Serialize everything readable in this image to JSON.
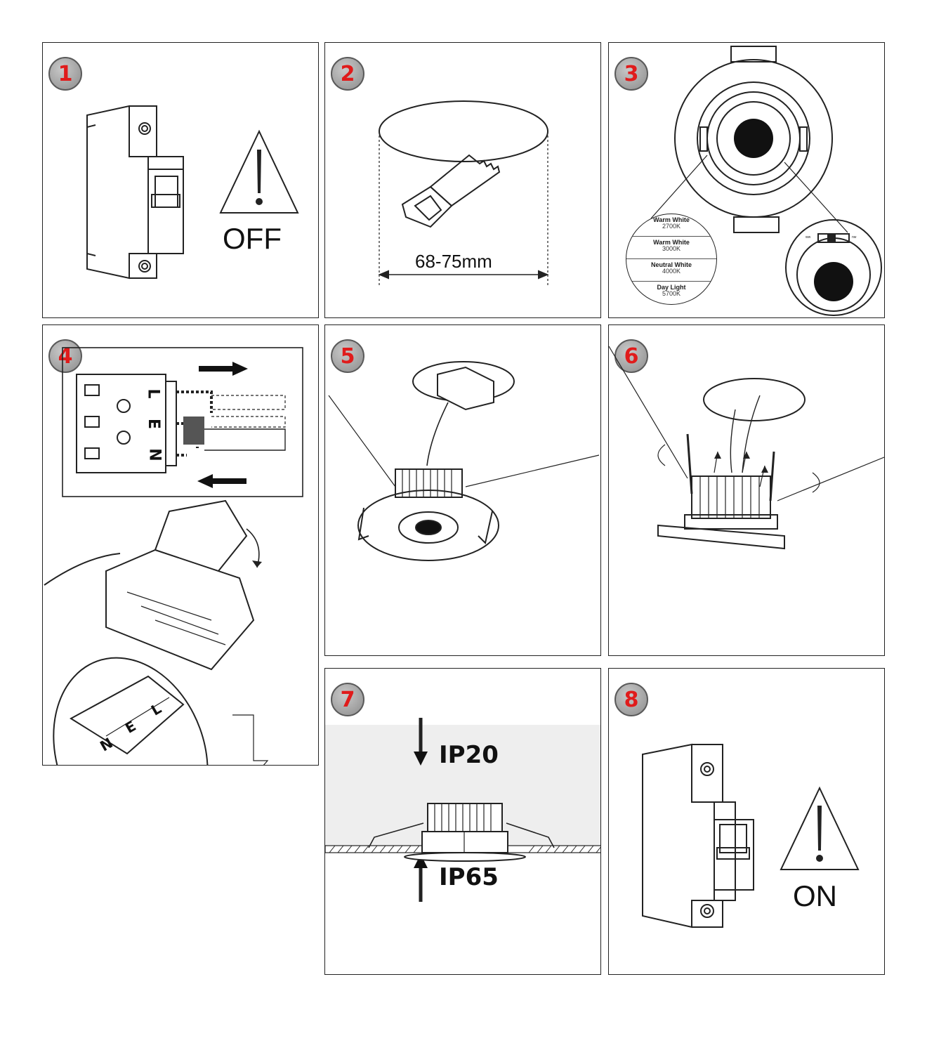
{
  "steps": [
    {
      "number": "1",
      "label": "OFF"
    },
    {
      "number": "2",
      "dimension": "68-75mm"
    },
    {
      "number": "3"
    },
    {
      "number": "4"
    },
    {
      "number": "5"
    },
    {
      "number": "6"
    },
    {
      "number": "7"
    },
    {
      "number": "8",
      "label": "ON"
    }
  ],
  "cct_options": [
    {
      "name": "Warm White",
      "temp": "2700K"
    },
    {
      "name": "Warm White",
      "temp": "3000K"
    },
    {
      "name": "Neutral White",
      "temp": "4000K"
    },
    {
      "name": "Day Light",
      "temp": "5700K"
    }
  ],
  "cct_switch": {
    "left": "ww",
    "right": "nw"
  },
  "terminals": {
    "top": "L",
    "middle": "E",
    "bottom": "N"
  },
  "ip_ratings": {
    "above": "IP20",
    "below": "IP65"
  },
  "colors": {
    "badge_number": "#e01b1b",
    "badge_fill": "#a8a8a8",
    "ceiling_zone": "#eeeeee"
  }
}
